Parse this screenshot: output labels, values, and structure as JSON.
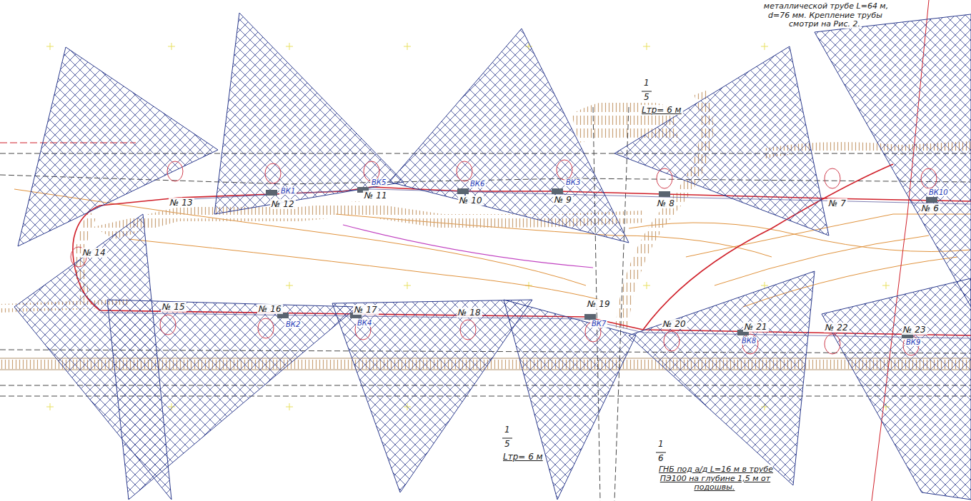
{
  "diagram": {
    "labels": [
      "металлической трубе L=64 м, d=76 мм. Крепление трубы смотри на Рис. 2.",
      "1",
      "5",
      "Lтр= 6 м",
      "1",
      "5",
      "Lтр= 6 м",
      "1",
      "6",
      "ГНБ под а/д L=16 м в трубе ПЭ100 на глубине 1,5 м от подошвы.",
      "№ 13",
      "№ 12",
      "№ 11",
      "№ 10",
      "№ 9",
      "№ 8",
      "№ 7",
      "№ 6",
      "№ 14",
      "№ 15",
      "№ 16",
      "№ 17",
      "№ 18",
      "№ 19",
      "№ 20",
      "№ 21",
      "№ 22",
      "№ 23",
      "ВК1",
      "ВК5",
      "ВК6",
      "ВК3",
      "ВК10",
      "ВК2",
      "ВК4",
      "ВК7",
      "ВК8",
      "ВК9"
    ]
  }
}
